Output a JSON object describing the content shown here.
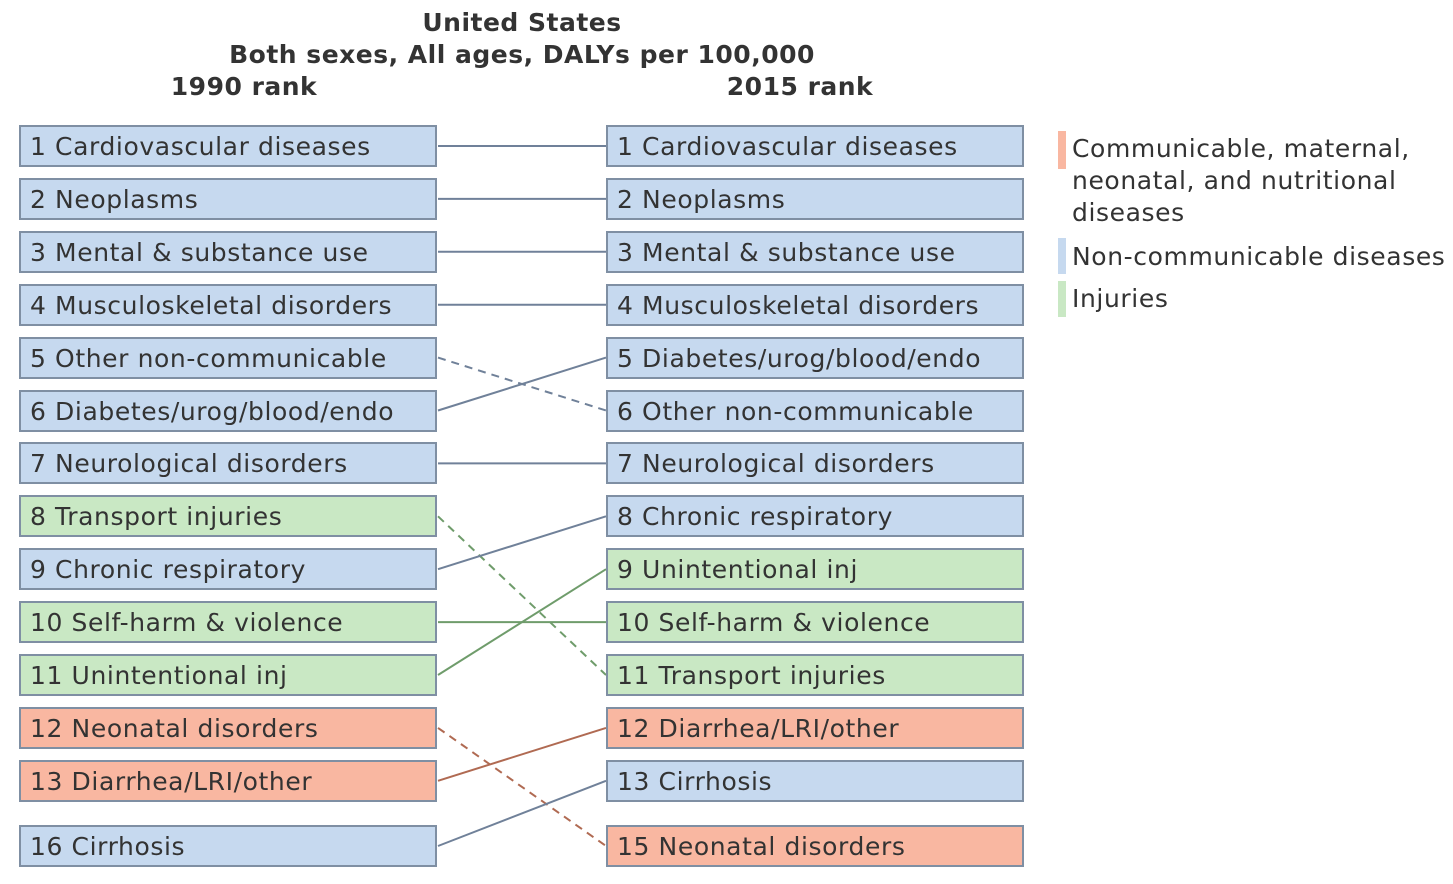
{
  "header": {
    "line1": "United States",
    "line2": "Both sexes, All ages, DALYs per 100,000",
    "left_title": "1990 rank",
    "right_title": "2015 rank"
  },
  "colors": {
    "cmnn": "#f9b7a1",
    "ncd": "#c6d9ef",
    "inj": "#c9e8c4",
    "line_ncd": "#708199",
    "line_inj": "#6f9c6b",
    "line_cmnn": "#b06a52"
  },
  "left": [
    {
      "label": "1 Cardiovascular diseases",
      "cat": "ncd"
    },
    {
      "label": "2 Neoplasms",
      "cat": "ncd"
    },
    {
      "label": "3 Mental & substance use",
      "cat": "ncd"
    },
    {
      "label": "4 Musculoskeletal disorders",
      "cat": "ncd"
    },
    {
      "label": "5 Other non-communicable",
      "cat": "ncd"
    },
    {
      "label": "6 Diabetes/urog/blood/endo",
      "cat": "ncd"
    },
    {
      "label": "7 Neurological disorders",
      "cat": "ncd"
    },
    {
      "label": "8 Transport injuries",
      "cat": "inj"
    },
    {
      "label": "9 Chronic respiratory",
      "cat": "ncd"
    },
    {
      "label": "10 Self-harm & violence",
      "cat": "inj"
    },
    {
      "label": "11 Unintentional inj",
      "cat": "inj"
    },
    {
      "label": "12 Neonatal disorders",
      "cat": "cmnn"
    },
    {
      "label": "13 Diarrhea/LRI/other",
      "cat": "cmnn"
    },
    {
      "label": "16 Cirrhosis",
      "cat": "ncd"
    }
  ],
  "right": [
    {
      "label": "1 Cardiovascular diseases",
      "cat": "ncd"
    },
    {
      "label": "2 Neoplasms",
      "cat": "ncd"
    },
    {
      "label": "3 Mental & substance use",
      "cat": "ncd"
    },
    {
      "label": "4 Musculoskeletal disorders",
      "cat": "ncd"
    },
    {
      "label": "5 Diabetes/urog/blood/endo",
      "cat": "ncd"
    },
    {
      "label": "6 Other non-communicable",
      "cat": "ncd"
    },
    {
      "label": "7 Neurological disorders",
      "cat": "ncd"
    },
    {
      "label": "8 Chronic respiratory",
      "cat": "ncd"
    },
    {
      "label": "9 Unintentional inj",
      "cat": "inj"
    },
    {
      "label": "10 Self-harm & violence",
      "cat": "inj"
    },
    {
      "label": "11 Transport injuries",
      "cat": "inj"
    },
    {
      "label": "12 Diarrhea/LRI/other",
      "cat": "cmnn"
    },
    {
      "label": "13 Cirrhosis",
      "cat": "ncd"
    },
    {
      "label": "15 Neonatal disorders",
      "cat": "cmnn"
    }
  ],
  "links": [
    {
      "from": 0,
      "to": 0,
      "cat": "ncd",
      "dashed": false
    },
    {
      "from": 1,
      "to": 1,
      "cat": "ncd",
      "dashed": false
    },
    {
      "from": 2,
      "to": 2,
      "cat": "ncd",
      "dashed": false
    },
    {
      "from": 3,
      "to": 3,
      "cat": "ncd",
      "dashed": false
    },
    {
      "from": 4,
      "to": 5,
      "cat": "ncd",
      "dashed": true
    },
    {
      "from": 5,
      "to": 4,
      "cat": "ncd",
      "dashed": false
    },
    {
      "from": 6,
      "to": 6,
      "cat": "ncd",
      "dashed": false
    },
    {
      "from": 7,
      "to": 10,
      "cat": "inj",
      "dashed": true
    },
    {
      "from": 8,
      "to": 7,
      "cat": "ncd",
      "dashed": false
    },
    {
      "from": 9,
      "to": 9,
      "cat": "inj",
      "dashed": false
    },
    {
      "from": 10,
      "to": 8,
      "cat": "inj",
      "dashed": false
    },
    {
      "from": 11,
      "to": 13,
      "cat": "cmnn",
      "dashed": true
    },
    {
      "from": 12,
      "to": 11,
      "cat": "cmnn",
      "dashed": false
    },
    {
      "from": 13,
      "to": 12,
      "cat": "ncd",
      "dashed": false
    }
  ],
  "legend": [
    {
      "lines": [
        "Communicable, maternal,",
        "neonatal, and nutritional",
        "diseases"
      ],
      "cat": "cmnn"
    },
    {
      "lines": [
        "Non-communicable diseases"
      ],
      "cat": "ncd"
    },
    {
      "lines": [
        "Injuries"
      ],
      "cat": "inj"
    }
  ]
}
